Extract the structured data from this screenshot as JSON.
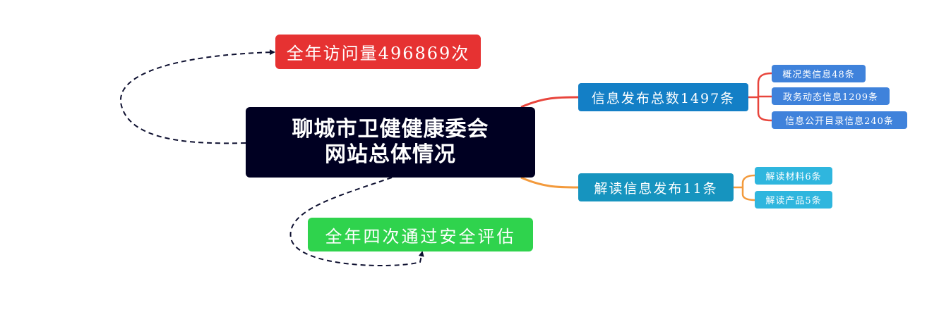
{
  "root": {
    "line1": "聊城市卫健健康委会",
    "line2": "网站总体情况"
  },
  "visits": {
    "label": "全年访问量496869次"
  },
  "security": {
    "label": "全年四次通过安全评估"
  },
  "publish": {
    "label": "信息发布总数1497条",
    "children": [
      "概况类信息48条",
      "政务动态信息1209条",
      "信息公开目录信息240条"
    ]
  },
  "interpret": {
    "label": "解读信息发布11条",
    "children": [
      "解读材料6条",
      "解读产品5条"
    ]
  },
  "colors": {
    "root": "#000022",
    "visits": "#e63232",
    "security": "#2fd34d",
    "publish": "#137fc6",
    "interpret": "#1694bf",
    "publish_leaf": "#3f82db",
    "interpret_leaf": "#2fb6de",
    "publish_link": "#e8453c",
    "interpret_link": "#f39a3c",
    "dashed_link": "#0e1030"
  }
}
